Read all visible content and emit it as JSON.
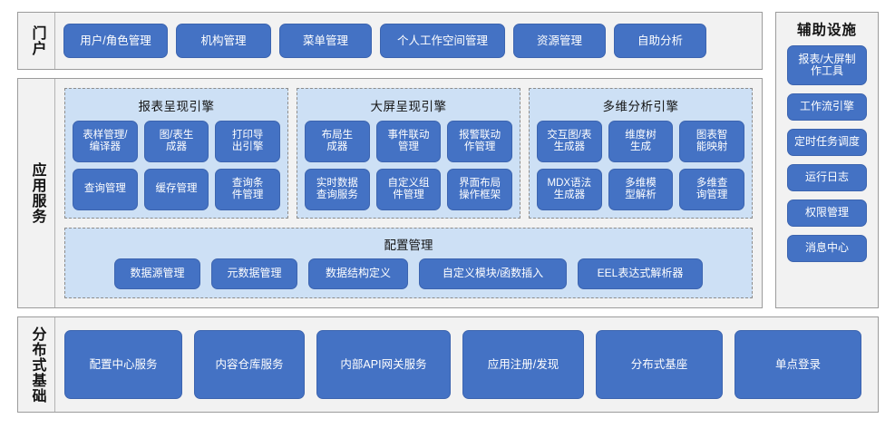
{
  "portal": {
    "label": "门户",
    "items": [
      {
        "label": "用户/角色管理",
        "width": 115
      },
      {
        "label": "机构管理",
        "width": 105
      },
      {
        "label": "菜单管理",
        "width": 102
      },
      {
        "label": "个人工作空间管理",
        "width": 138
      },
      {
        "label": "资源管理",
        "width": 102
      },
      {
        "label": "自助分析",
        "width": 102
      }
    ]
  },
  "app_services": {
    "label": "应用服务",
    "engines": [
      {
        "title": "报表呈现引擎",
        "items": [
          "表样管理/\n编译器",
          "图/表生\n成器",
          "打印导\n出引擎",
          "查询管理",
          "缓存管理",
          "查询条\n件管理"
        ]
      },
      {
        "title": "大屏呈现引擎",
        "items": [
          "布局生\n成器",
          "事件联动\n管理",
          "报警联动\n作管理",
          "实时数据\n查询服务",
          "自定义组\n件管理",
          "界面布局\n操作框架"
        ]
      },
      {
        "title": "多维分析引擎",
        "items": [
          "交互图/表\n生成器",
          "维度树\n生成",
          "图表智\n能映射",
          "MDX语法\n生成器",
          "多维模\n型解析",
          "多维查\n询管理"
        ]
      }
    ],
    "config": {
      "title": "配置管理",
      "items": [
        "数据源管理",
        "元数据管理",
        "数据结构定义",
        "自定义模块/函数插入",
        "EEL表达式解析器"
      ]
    }
  },
  "distributed_base": {
    "label": "分布式基础",
    "items": [
      {
        "label": "配置中心服务",
        "width": 130
      },
      {
        "label": "内容仓库服务",
        "width": 122
      },
      {
        "label": "内部API网关服务",
        "width": 148
      },
      {
        "label": "应用注册/发现",
        "width": 134
      },
      {
        "label": "分布式基座",
        "width": 140
      },
      {
        "label": "单点登录",
        "width": 140
      }
    ]
  },
  "auxiliary": {
    "title": "辅助设施",
    "items": [
      {
        "label": "报表/大屏制\n作工具",
        "lines": 2
      },
      {
        "label": "工作流引擎",
        "lines": 1
      },
      {
        "label": "定时任务调度",
        "lines": 1
      },
      {
        "label": "运行日志",
        "lines": 1
      },
      {
        "label": "权限管理",
        "lines": 1
      },
      {
        "label": "消息中心",
        "lines": 1
      }
    ]
  },
  "colors": {
    "button_fill": "#4472C4",
    "panel_fill": "#CDE0F5",
    "section_fill": "#F2F2F2",
    "section_border": "#9C9C9C",
    "text_light": "#FFFFFF",
    "text_dark": "#141414"
  }
}
